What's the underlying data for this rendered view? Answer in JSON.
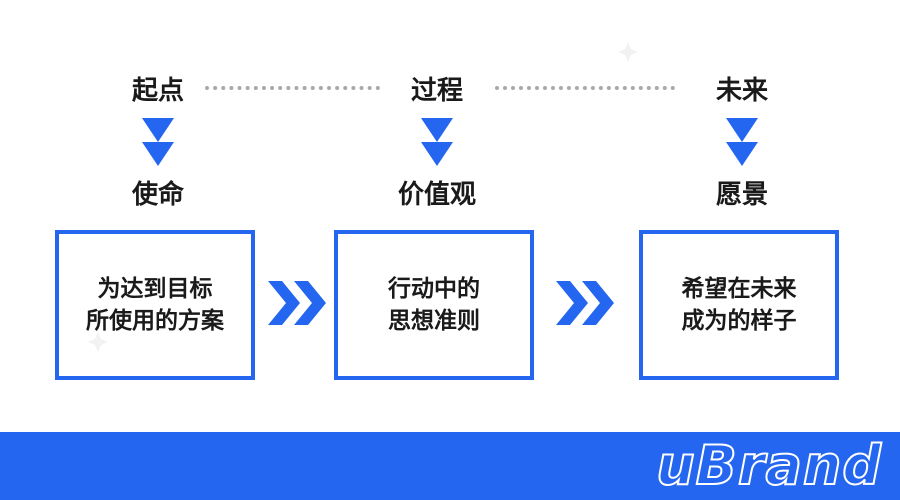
{
  "stages": [
    {
      "top_label": "起点",
      "bottom_label": "使命",
      "lines": [
        "为达到目标",
        "所使用的方案"
      ]
    },
    {
      "top_label": "过程",
      "bottom_label": "价值观",
      "lines": [
        "行动中的",
        "思想准则"
      ]
    },
    {
      "top_label": "未来",
      "bottom_label": "愿景",
      "lines": [
        "希望在未来",
        "成为的样子"
      ]
    }
  ],
  "brand": {
    "logo_text": "uBrand"
  },
  "colors": {
    "accent": "#2466f0",
    "dots": "#a9a9a9",
    "text": "#1a1a1a"
  },
  "icons": {
    "down_arrow": "double-triangle-down-icon",
    "connector": "double-chevron-right-icon"
  }
}
